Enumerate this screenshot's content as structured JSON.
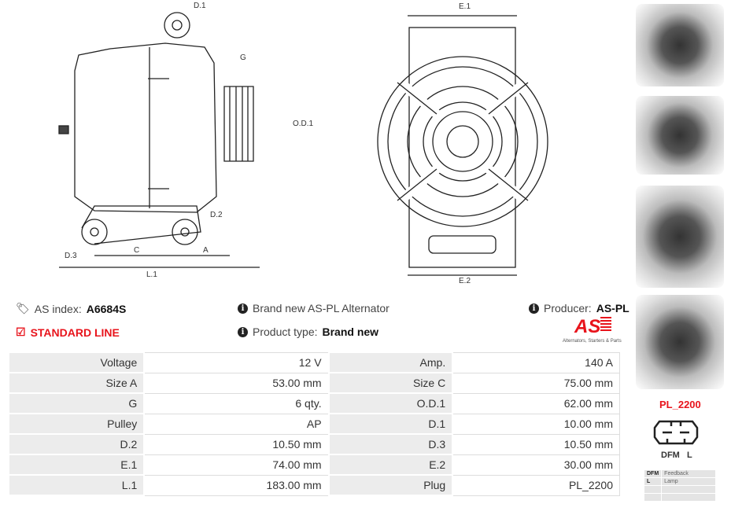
{
  "drawing": {
    "labels": [
      "D.1",
      "G",
      "O.D.1",
      "D.2",
      "D.3",
      "C",
      "A",
      "L.1",
      "E.1",
      "E.2"
    ]
  },
  "info": {
    "as_index_label": "AS index:",
    "as_index": "A6684S",
    "standard_line": "STANDARD LINE",
    "brand_new": "Brand new AS-PL Alternator",
    "product_type_label": "Product type:",
    "product_type": "Brand new",
    "producer_label": "Producer:",
    "producer": "AS-PL",
    "logo_text": "AS",
    "logo_tagline": "Alternators, Starters & Parts"
  },
  "specs": [
    [
      "Voltage",
      "12 V",
      "Amp.",
      "140 A"
    ],
    [
      "Size A",
      "53.00 mm",
      "Size C",
      "75.00 mm"
    ],
    [
      "G",
      "6 qty.",
      "O.D.1",
      "62.00 mm"
    ],
    [
      "Pulley",
      "AP",
      "D.1",
      "10.00 mm"
    ],
    [
      "D.2",
      "10.50 mm",
      "D.3",
      "10.50 mm"
    ],
    [
      "E.1",
      "74.00 mm",
      "E.2",
      "30.00 mm"
    ],
    [
      "L.1",
      "183.00 mm",
      "Plug",
      "PL_2200"
    ]
  ],
  "plug": {
    "code": "PL_2200",
    "pin1": "DFM",
    "pin2": "L",
    "pins": [
      [
        "DFM",
        "Feedback"
      ],
      [
        "L",
        "Lamp"
      ],
      [
        "",
        ""
      ],
      [
        "",
        ""
      ]
    ]
  },
  "colors": {
    "accent": "#e8141c"
  }
}
